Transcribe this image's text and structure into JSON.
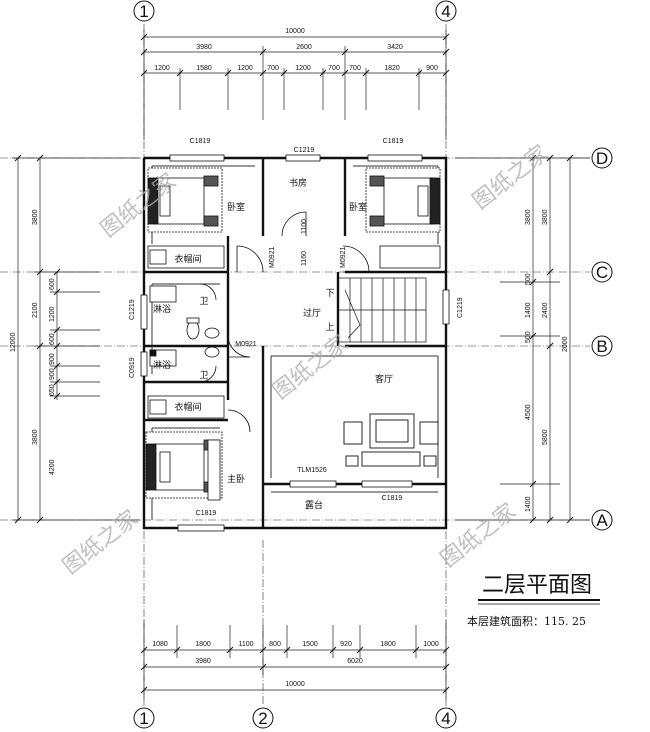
{
  "axes": {
    "a1": "1",
    "a2": "2",
    "a4": "4",
    "aA": "A",
    "aB": "B",
    "aC": "C",
    "aD": "D"
  },
  "dims_top": {
    "overall": "10000",
    "seg1": "3980",
    "seg2": "2600",
    "seg3": "3420",
    "d1": "1200",
    "d2": "1580",
    "d3": "1200",
    "d4": "700",
    "d5": "1200",
    "d6": "700",
    "d7": "700",
    "d8": "1820",
    "d9": "900"
  },
  "dims_bottom": {
    "b1": "1080",
    "b2": "1800",
    "b3": "1100",
    "b4": "800",
    "b5": "1500",
    "b6": "920",
    "b7": "1800",
    "b8": "1000",
    "seg1": "3980",
    "seg2": "6020",
    "overall": "10000"
  },
  "dims_left": {
    "overall": "12000",
    "top": "3800",
    "mid": "2100",
    "m1": "600",
    "m2": "1200",
    "m3": "600",
    "m4": "900",
    "m5": "900",
    "m6": "650",
    "bottom": "3800",
    "b_inner": "4200"
  },
  "dims_right": {
    "top_a": "3800",
    "top_b": "3800",
    "r1": "500",
    "r2": "1400",
    "r3": "500",
    "mid_b": "2400",
    "r4": "2000",
    "bot_a": "4500",
    "bot_b": "5800",
    "r5": "1400"
  },
  "rooms": {
    "bedroom_left": "卧室",
    "study": "书房",
    "bedroom_right": "卧室",
    "closet_top": "衣帽间",
    "shower_top": "淋浴",
    "wc_top": "卫",
    "hall": "过厅",
    "shower_bottom": "淋浴",
    "wc_bottom": "卫",
    "closet_bottom": "衣帽间",
    "living": "客厅",
    "master": "主卧",
    "terrace": "露台"
  },
  "labels": {
    "w_top_left": "C1819",
    "w_top_mid": "C1219",
    "w_top_right": "C1819",
    "w_left_1": "C1219",
    "w_left_2": "C0919",
    "w_right": "C1219",
    "w_bottom_left": "C1819",
    "w_bottom_right": "C1819",
    "door_1": "M0921",
    "door_2": "M0921",
    "door_3": "M0921",
    "door_slide": "TLM1526",
    "stair_down": "下",
    "stair_up": "上",
    "dim_1160": "1160",
    "dim_1100": "1100"
  },
  "title": "二层平面图",
  "area_note": "本层建筑面积：115. 25",
  "watermark": "图纸之家"
}
